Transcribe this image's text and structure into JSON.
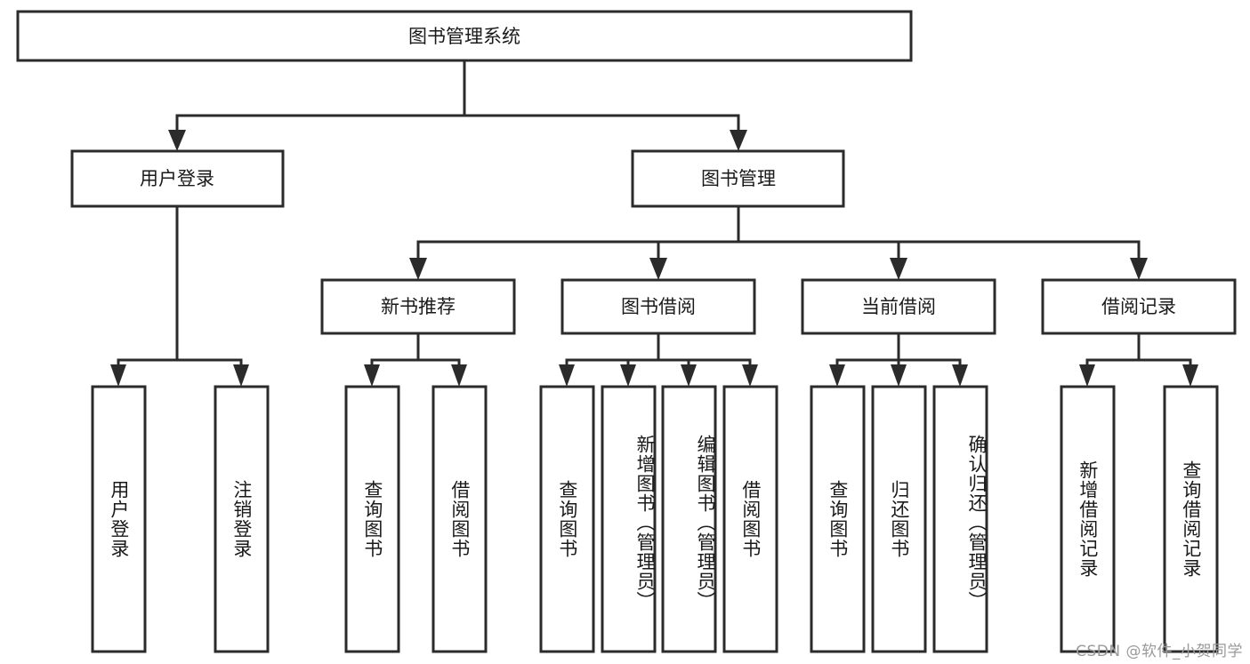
{
  "diagram": {
    "type": "hierarchy-tree",
    "title": "图书管理系统",
    "orientation": "top-down",
    "levels": 4,
    "colors": {
      "stroke": "#2b2b2b",
      "fill": "#ffffff",
      "text": "#1a1a1a",
      "watermark": "#9a9a9a",
      "background": "#ffffff"
    },
    "root": {
      "label": "图书管理系统"
    },
    "level1": [
      {
        "id": "user-login",
        "label": "用户登录"
      },
      {
        "id": "book-manage",
        "label": "图书管理"
      }
    ],
    "level2": [
      {
        "id": "new-book-recommend",
        "label": "新书推荐",
        "parent": "book-manage"
      },
      {
        "id": "book-borrow",
        "label": "图书借阅",
        "parent": "book-manage"
      },
      {
        "id": "current-borrow",
        "label": "当前借阅",
        "parent": "book-manage"
      },
      {
        "id": "borrow-record",
        "label": "借阅记录",
        "parent": "book-manage"
      }
    ],
    "leaves": {
      "user-login": [
        {
          "id": "leaf-user-login",
          "label": "用户登录"
        },
        {
          "id": "leaf-logout",
          "label": "注销登录"
        }
      ],
      "new-book-recommend": [
        {
          "id": "leaf-query-book-1",
          "label": "查询图书"
        },
        {
          "id": "leaf-borrow-book-1",
          "label": "借阅图书"
        }
      ],
      "book-borrow": [
        {
          "id": "leaf-query-book-2",
          "label": "查询图书"
        },
        {
          "id": "leaf-add-book",
          "label": "新增图书（管理员）"
        },
        {
          "id": "leaf-edit-book",
          "label": "编辑图书（管理员）"
        },
        {
          "id": "leaf-borrow-book-2",
          "label": "借阅图书"
        }
      ],
      "current-borrow": [
        {
          "id": "leaf-query-book-3",
          "label": "查询图书"
        },
        {
          "id": "leaf-return-book",
          "label": "归还图书"
        },
        {
          "id": "leaf-confirm-return",
          "label": "确认归还（管理员）"
        }
      ],
      "borrow-record": [
        {
          "id": "leaf-add-record",
          "label": "新增借阅记录"
        },
        {
          "id": "leaf-query-record",
          "label": "查询借阅记录"
        }
      ]
    }
  },
  "watermark": {
    "text": "CSDN @软件_小贺同学"
  }
}
